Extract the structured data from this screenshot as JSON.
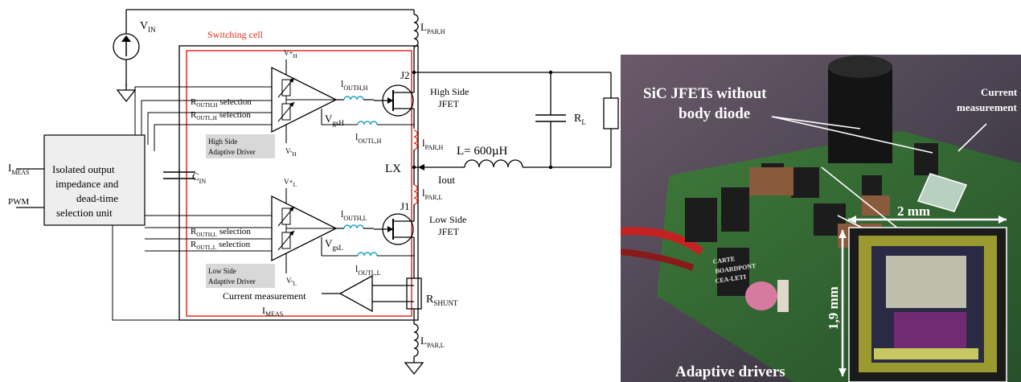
{
  "colors": {
    "wire": "#000000",
    "switching_cell": "#e03020",
    "parasitic_inductor": "#1aa0c8",
    "selection_box_fill": "#eeeeee",
    "driver_label_bg": "#d8d8d8",
    "photo_text": "#ffffff"
  },
  "schematic": {
    "vin_label": "V",
    "vin_sub": "IN",
    "lpar_h_label": "L",
    "lpar_h_sub": "PAR,H",
    "switching_cell_label": "Switching cell",
    "imeas_in_label": "I",
    "imeas_in_sub": "MEAS",
    "pwm_label": "PWM",
    "selection_unit_lines": [
      "Isolated output",
      "impedance and",
      "dead-time",
      "selection unit"
    ],
    "cin_label": "C",
    "cin_sub": "IN",
    "high_driver": {
      "vplus": "V+",
      "vplus_sub": "H",
      "vminus": "V-",
      "vminus_sub": "H",
      "rsel1_main": "R",
      "rsel1_sub": "OUTH,H",
      "rsel1_text": "selection",
      "rsel2_main": "R",
      "rsel2_sub": "OUTL,H",
      "rsel2_text": "selection",
      "label_line1": "High Side",
      "label_line2": "Adaptive Driver",
      "iouth_main": "l",
      "iouth_sub": "OUTH,H",
      "ioutl_main": "l",
      "ioutl_sub": "OUTL,H",
      "vgs_main": "V",
      "vgs_sub": "gsH",
      "jfet_name": "J2",
      "jfet_line1": "High Side",
      "jfet_line2": "JFET"
    },
    "low_driver": {
      "vplus": "V+",
      "vplus_sub": "L",
      "vminus": "V-",
      "vminus_sub": "L",
      "rsel1_main": "R",
      "rsel1_sub": "OUTH,L",
      "rsel1_text": "selection",
      "rsel2_main": "R",
      "rsel2_sub": "OUTL,L",
      "rsel2_text": "selection",
      "label_line1": "Low Side",
      "label_line2": "Adaptive Driver",
      "iouth_main": "l",
      "iouth_sub": "OUTH,L",
      "ioutl_main": "l",
      "ioutl_sub": "OUTL,L",
      "vgs_main": "V",
      "vgs_sub": "gsL",
      "jfet_name": "J1",
      "jfet_line1": "Low Side",
      "jfet_line2": "JFET"
    },
    "lpar_hmid_label": "l",
    "lpar_hmid_sub": "PAR,H",
    "lx_label": "LX",
    "l_label": "L= 600µH",
    "iout_label": "Iout",
    "lpar_lmid_label": "l",
    "lpar_lmid_sub": "PAR,L",
    "rl_label": "R",
    "rl_sub": "L",
    "current_meas_label": "Current measurement",
    "imeas_out_label": "I",
    "imeas_out_sub": "MEAS",
    "rshunt_label": "R",
    "rshunt_sub": "SHUNT",
    "lpar_l_label": "L",
    "lpar_l_sub": "PAR,L"
  },
  "photo": {
    "sic_line1": "SiC JFETs without",
    "sic_line2": "body diode",
    "current_line1": "Current",
    "current_line2": "measurement",
    "board_line1": "CARTE",
    "board_line2": "BOARDPONT",
    "board_line3": "CEA-LETI",
    "dim_2mm": "2 mm",
    "dim_19mm": "1,9 mm",
    "adaptive_label": "Adaptive drivers"
  }
}
